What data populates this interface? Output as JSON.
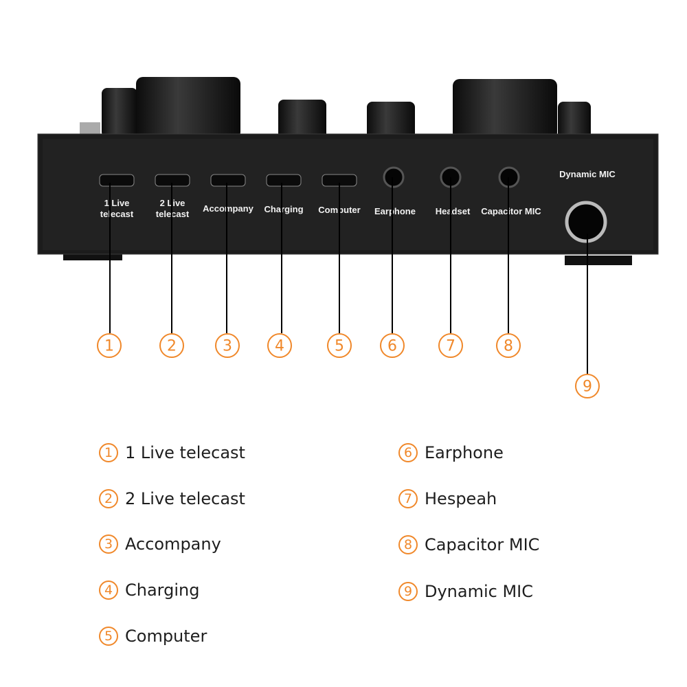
{
  "accent_color": "#f0882a",
  "device": {
    "port_labels": [
      [
        "1 Live",
        "telecast"
      ],
      [
        "2 Live",
        "telecast"
      ],
      [
        "Accompany"
      ],
      [
        "Charging"
      ],
      [
        "Computer"
      ],
      [
        "Earphone"
      ],
      [
        "Headset"
      ],
      [
        "Capacitor MIC"
      ],
      [
        "Dynamic MIC"
      ]
    ]
  },
  "callout_numbers": [
    "1",
    "2",
    "3",
    "4",
    "5",
    "6",
    "7",
    "8",
    "9"
  ],
  "legend": [
    {
      "num": "1",
      "label": "1 Live telecast"
    },
    {
      "num": "2",
      "label": "2 Live telecast"
    },
    {
      "num": "3",
      "label": "Accompany"
    },
    {
      "num": "4",
      "label": "Charging"
    },
    {
      "num": "5",
      "label": "Computer"
    },
    {
      "num": "6",
      "label": "Earphone"
    },
    {
      "num": "7",
      "label": "Hespeah"
    },
    {
      "num": "8",
      "label": "Capacitor MIC"
    },
    {
      "num": "9",
      "label": "Dynamic MIC"
    }
  ]
}
